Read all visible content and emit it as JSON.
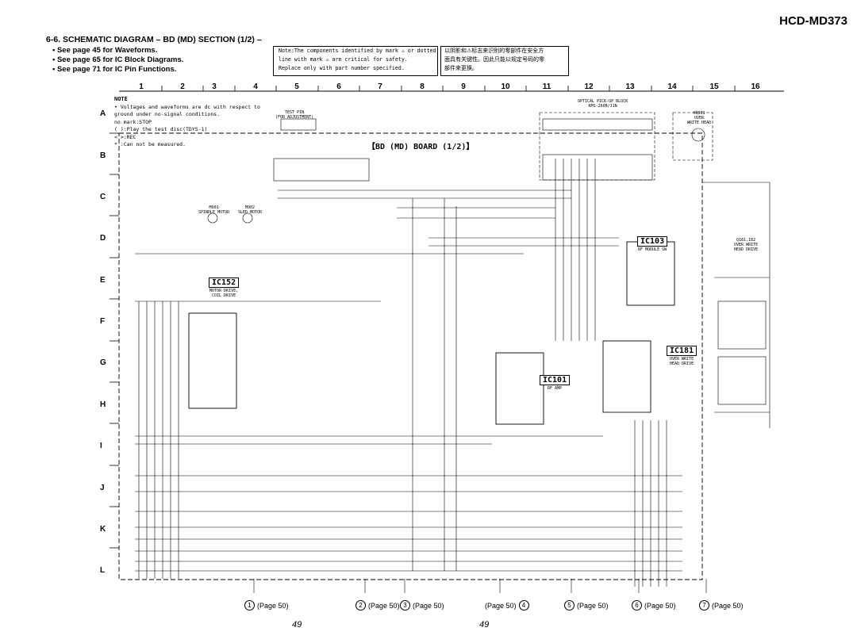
{
  "model": "HCD-MD373",
  "section_title": "6-6. SCHEMATIC DIAGRAM – BD (MD) SECTION (1/2) –",
  "see_refs": [
    "• See page 45 for Waveforms.",
    "• See page 65 for IC Block Diagrams.",
    "• See page 71 for IC Pin Functions."
  ],
  "safety_note_en": [
    "Note:The components identified by mark ⚠ or dotted",
    "line with mark ⚠ are critical for safety.",
    "Replace only with part number specified."
  ],
  "safety_note_cn": [
    "以阴影和⚠标志来识别的零部件在安全方",
    "面具有关键性。因此只能以规定号码的零",
    "部件来更换。"
  ],
  "column_labels": [
    "1",
    "2",
    "3",
    "4",
    "5",
    "6",
    "7",
    "8",
    "9",
    "10",
    "11",
    "12",
    "13",
    "14",
    "15",
    "16"
  ],
  "row_labels": [
    "A",
    "B",
    "C",
    "D",
    "E",
    "F",
    "G",
    "H",
    "I",
    "J",
    "K",
    "L"
  ],
  "note": {
    "heading": "NOTE",
    "lines": [
      "• Voltages and waveforms are dc with respect to",
      "  ground under no-signal conditions.",
      "  no mark:STOP",
      "  (   ):Play the test disc(TDYS-1)",
      "  <   >:REC",
      "  * :Can not be measured."
    ]
  },
  "board_title": "【BD (MD) BOARD (1/2)】",
  "ics": {
    "ic152": {
      "name": "IC152",
      "desc": [
        "MOTOR DRIVE,",
        "COIL DRIVE"
      ]
    },
    "ic103": {
      "name": "IC103",
      "desc": [
        "RF MODULE SW"
      ]
    },
    "ic181": {
      "name": "IC181",
      "desc": [
        "OVER WRITE",
        "HEAD DRIVE"
      ]
    },
    "ic101": {
      "name": "IC101",
      "desc": [
        "RF AMP"
      ]
    }
  },
  "parts": {
    "test_pin": [
      "TEST PIN",
      "(FOR ADJUSTMENT)"
    ],
    "optical": [
      "OPTICAL PICK-UP BLOCK",
      "KMS-260B/J1N"
    ],
    "spindle": [
      "M901",
      "SPINDLE MOTOR"
    ],
    "sled": [
      "M902",
      "SLED MOTOR"
    ],
    "over_write_head": [
      "HR901",
      "OVER",
      "WRITE HEAD"
    ],
    "q181": [
      "Q181,182",
      "OVER WRITE",
      "HEAD DRIVE"
    ]
  },
  "page_refs": [
    {
      "num": "1",
      "text": "(Page 50)"
    },
    {
      "num": "2",
      "text": "(Page 50)"
    },
    {
      "num": "3",
      "text": "(Page 50)"
    },
    {
      "num": "4",
      "text": "(Page 50)"
    },
    {
      "num": "5",
      "text": "(Page 50)"
    },
    {
      "num": "6",
      "text": "(Page 50)"
    },
    {
      "num": "7",
      "text": "(Page 50)"
    }
  ],
  "page_numbers": [
    "49",
    "49"
  ]
}
